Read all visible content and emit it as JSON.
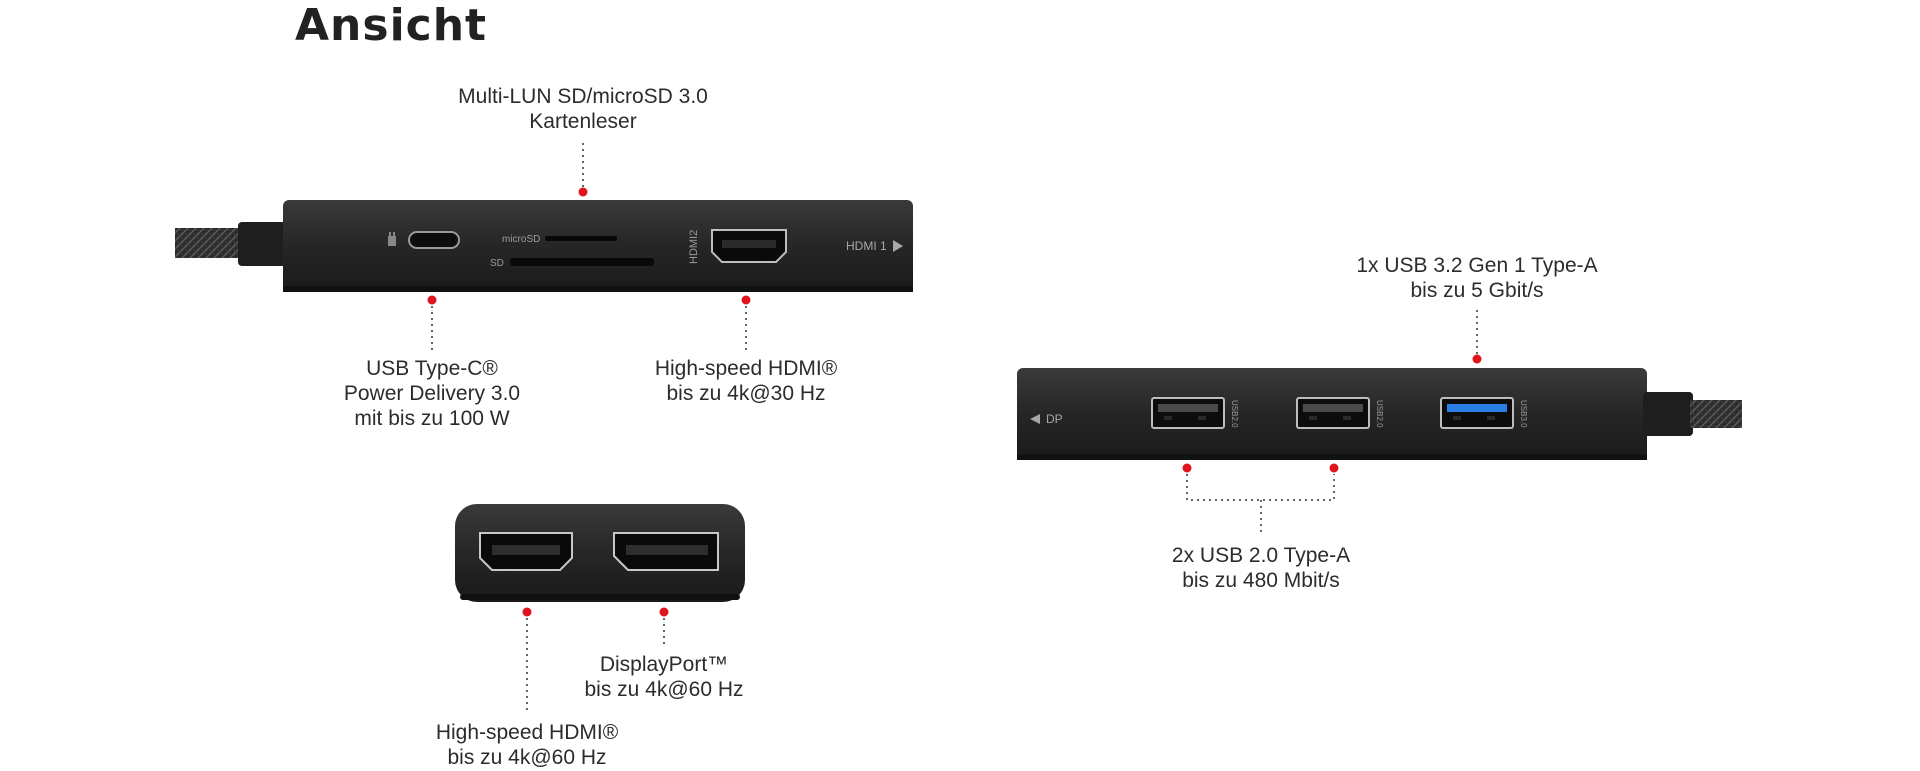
{
  "page_title": "Ansicht",
  "accent_color": "#e0141e",
  "hub_top": {
    "port_labels": {
      "microsd": "microSD",
      "sd": "SD",
      "hdmi2": "HDMI2",
      "hdmi1": "HDMI 1"
    },
    "callouts": {
      "card_reader": {
        "line1": "Multi-LUN SD/microSD 3.0",
        "line2": "Kartenleser"
      },
      "usb_c": {
        "line1": "USB Type-C®",
        "line2": "Power Delivery 3.0",
        "line3": "mit bis zu 100 W"
      },
      "hdmi": {
        "line1": "High-speed HDMI®",
        "line2": "bis zu 4k@30 Hz"
      }
    }
  },
  "hub_right": {
    "port_labels": {
      "dp": "DP",
      "usb20_a": "USB2.0",
      "usb20_b": "USB2.0",
      "usb30": "USB3.0"
    },
    "callouts": {
      "usb32": {
        "line1": "1x USB 3.2 Gen 1 Type-A",
        "line2": "bis zu 5 Gbit/s"
      },
      "usb20": {
        "line1": "2x USB 2.0 Type-A",
        "line2": "bis zu 480 Mbit/s"
      }
    }
  },
  "adapter": {
    "callouts": {
      "displayport": {
        "line1": "DisplayPort™",
        "line2": "bis zu 4k@60 Hz"
      },
      "hdmi": {
        "line1": "High-speed HDMI®",
        "line2": "bis zu 4k@60 Hz"
      }
    }
  }
}
